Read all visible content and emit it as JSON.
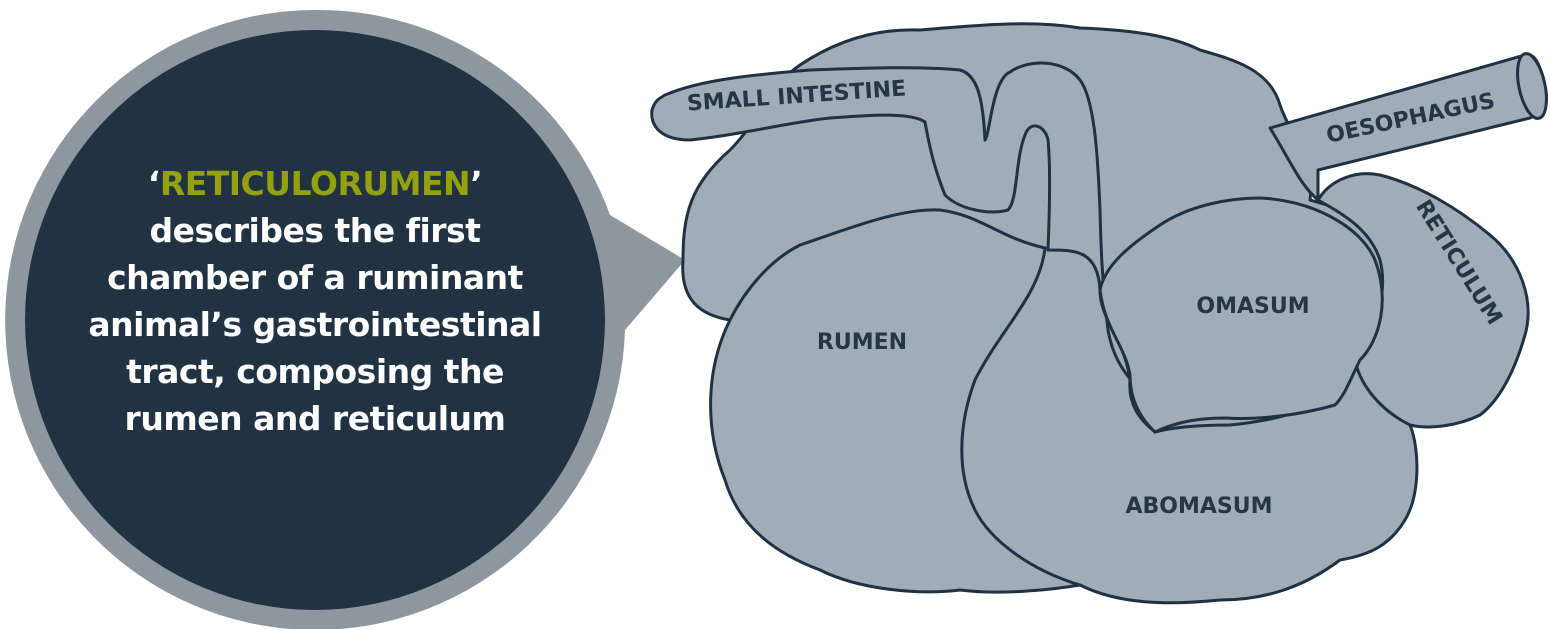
{
  "bubble": {
    "quote_open": "‘",
    "term": "RETICULORUMEN",
    "quote_close": "’",
    "lines": [
      "describes the first",
      "chamber of a ruminant",
      "animal’s gastrointestinal",
      "tract, composing the",
      "rumen and reticulum"
    ]
  },
  "labels": {
    "small_intestine": "SMALL INTESTINE",
    "oesophagus": "OESOPHAGUS",
    "reticulum": "RETICULUM",
    "rumen": "RUMEN",
    "omasum": "OMASUM",
    "abomasum": "ABOMASUM"
  },
  "colors": {
    "bubble_fill": "#213243",
    "bubble_ring": "#8e979f",
    "organ_fill": "#a0adb7",
    "outline": "#1f3142",
    "label_text": "#263646",
    "highlight": "#94a10d",
    "body_text": "#ffffff"
  }
}
